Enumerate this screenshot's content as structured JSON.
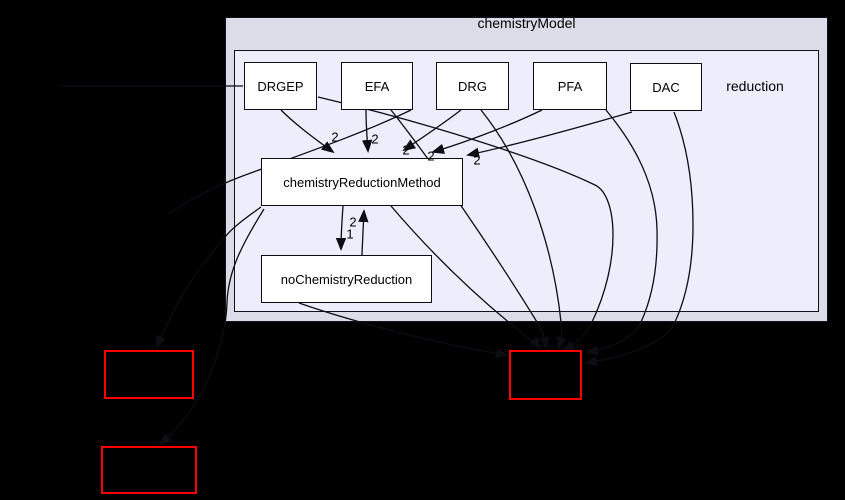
{
  "diagram": {
    "clusters": {
      "outer_label": "chemistryModel",
      "inner_label": "reduction"
    },
    "nodes": {
      "drgep": "DRGEP",
      "efa": "EFA",
      "drg": "DRG",
      "pfa": "PFA",
      "dac": "DAC",
      "chemistry_reduction_method": "chemistryReductionMethod",
      "no_chemistry_reduction": "noChemistryReduction"
    },
    "edge_labels": {
      "drgep_to_method": "2",
      "efa_to_method": "2",
      "drg_to_method": "2",
      "pfa_to_method": "2",
      "dac_to_method": "2",
      "method_nochem_upper": "2",
      "method_nochem_lower": "1"
    },
    "colors": {
      "background": "#000000",
      "outer_cluster_fill": "#dcdce8",
      "inner_cluster_fill": "#ededfb",
      "node_fill": "#ffffff",
      "edge_stroke": "#0d0d14",
      "external_link_border": "#ff0000"
    },
    "external_link_count": 3
  }
}
